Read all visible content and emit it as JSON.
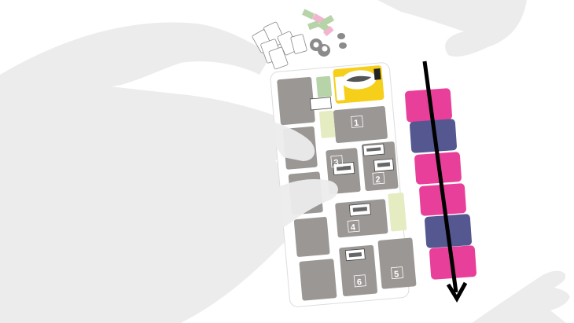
{
  "colors": {
    "background": "#ffffff",
    "hand": "#ececec",
    "slot": "#9b9795",
    "board": "#ffffff",
    "green_slot": "#b7d3a8",
    "lime_slot": "#e6ecc2",
    "yellow_card": "#f5cf1a",
    "pink_card": "#e8409a",
    "purple_card": "#545790",
    "arrow": "#000000"
  },
  "board": {
    "numbered_slots": [
      "1",
      "2",
      "3",
      "4",
      "5",
      "6"
    ]
  },
  "card_column": {
    "cards": [
      "pink",
      "purple",
      "pink",
      "pink",
      "purple",
      "pink"
    ]
  }
}
